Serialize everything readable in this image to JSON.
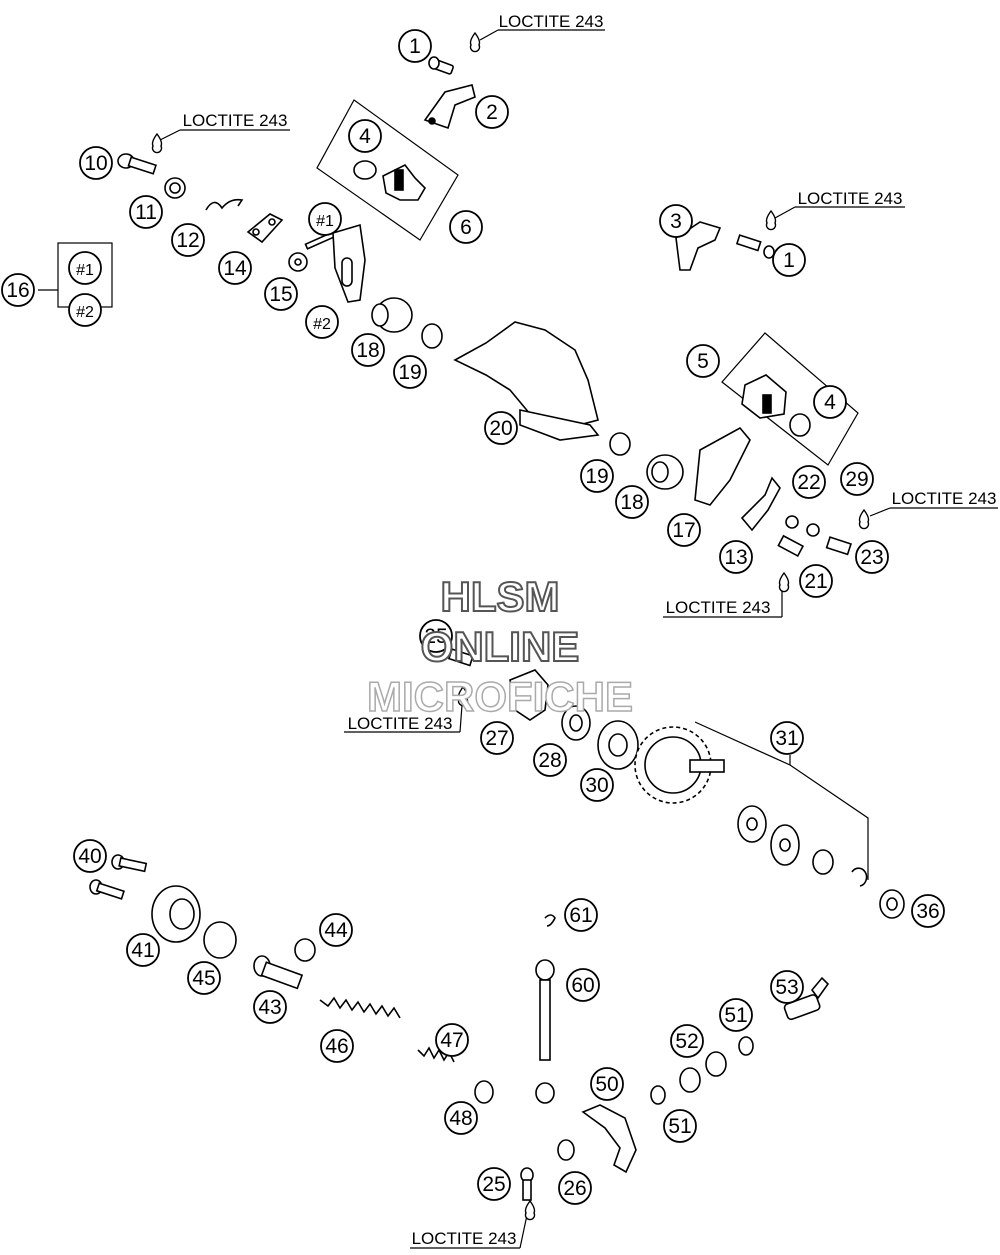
{
  "watermark": {
    "line1": "HLSM",
    "line2": "ONLINE",
    "line3": "MICROFICHE"
  },
  "loctite_labels": [
    "LOCTITE 243",
    "LOCTITE 243",
    "LOCTITE 243",
    "LOCTITE 243",
    "LOCTITE 243",
    "LOCTITE 243",
    "LOCTITE 243"
  ],
  "callouts": [
    "1",
    "2",
    "4",
    "6",
    "10",
    "11",
    "12",
    "14",
    "#1",
    "15",
    "16",
    "#1",
    "#2",
    "#2",
    "18",
    "19",
    "3",
    "1",
    "5",
    "4",
    "20",
    "19",
    "18",
    "17",
    "22",
    "29",
    "13",
    "21",
    "23",
    "25",
    "27",
    "28",
    "30",
    "31",
    "36",
    "40",
    "41",
    "45",
    "43",
    "44",
    "46",
    "47",
    "48",
    "61",
    "60",
    "53",
    "51",
    "52",
    "50",
    "51",
    "25",
    "26"
  ],
  "colors": {
    "line": "#000000",
    "paper": "#ffffff"
  }
}
